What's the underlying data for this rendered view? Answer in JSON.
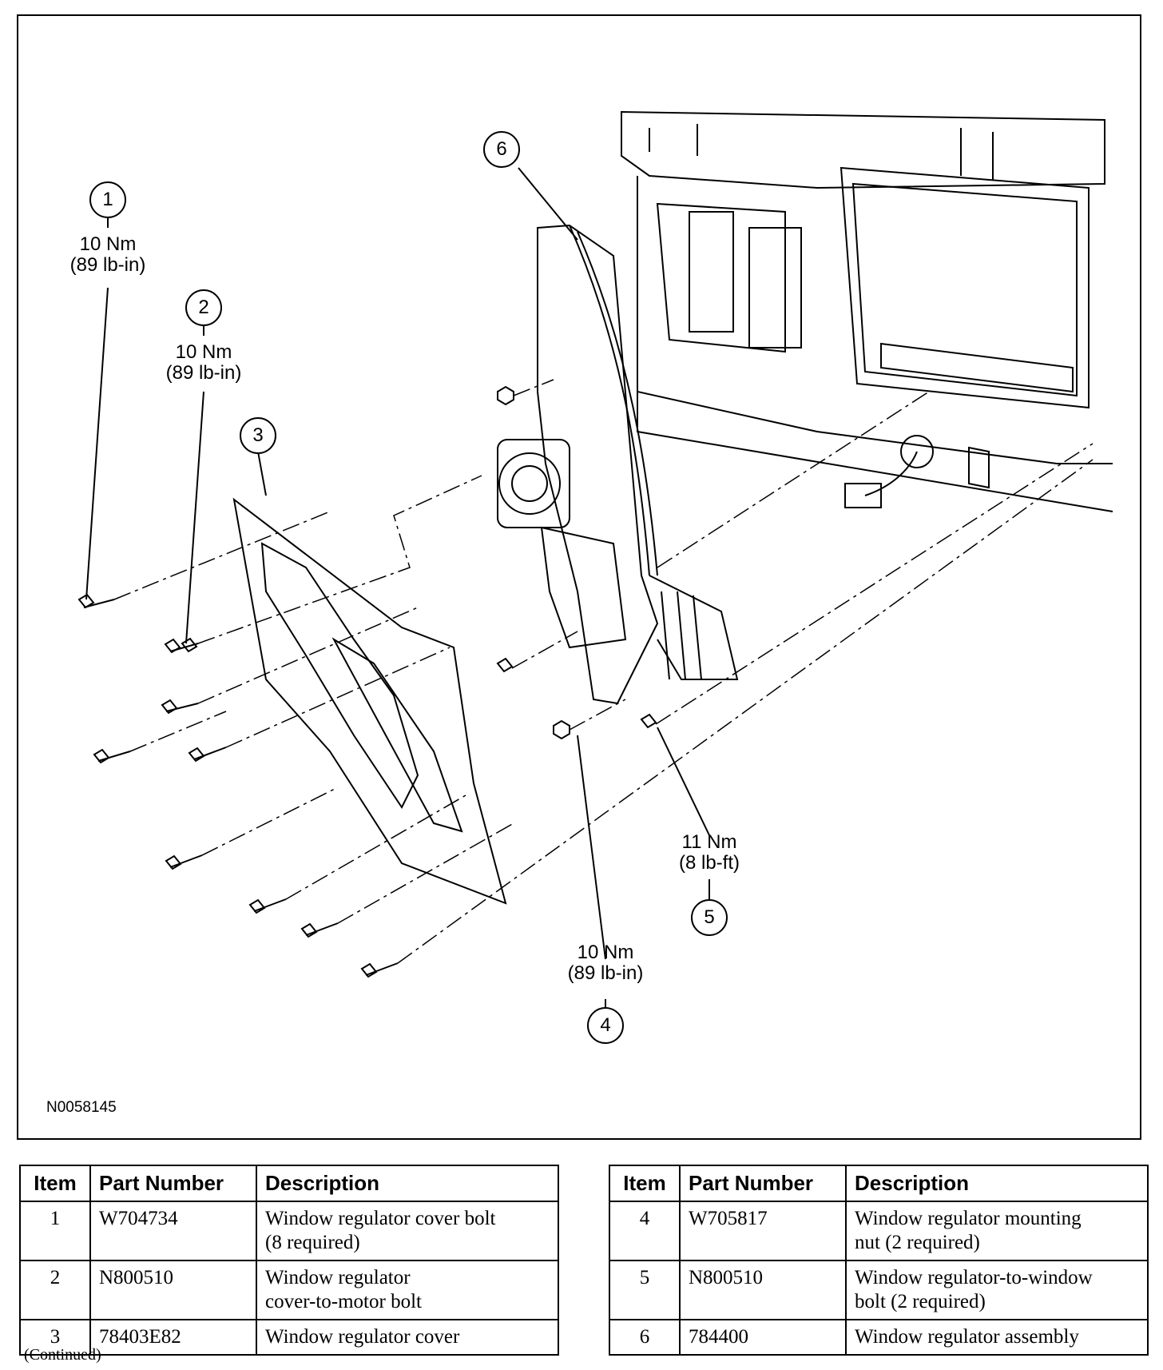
{
  "figure": {
    "id": "N0058145",
    "callouts": [
      {
        "number": "1",
        "torque_nm": "10 Nm",
        "torque_imperial": "(89 lb-in)"
      },
      {
        "number": "2",
        "torque_nm": "10 Nm",
        "torque_imperial": "(89 lb-in)"
      },
      {
        "number": "3"
      },
      {
        "number": "4",
        "torque_nm": "10 Nm",
        "torque_imperial": "(89 lb-in)"
      },
      {
        "number": "5",
        "torque_nm": "11 Nm",
        "torque_imperial": "(8 lb-ft)"
      },
      {
        "number": "6"
      }
    ]
  },
  "tables": {
    "headers": {
      "item": "Item",
      "part_number": "Part Number",
      "description": "Description"
    },
    "left": [
      {
        "item": "1",
        "part_number": "W704734",
        "description_lines": [
          "Window regulator cover bolt",
          "(8 required)"
        ]
      },
      {
        "item": "2",
        "part_number": "N800510",
        "description_lines": [
          "Window regulator",
          "cover-to-motor bolt"
        ]
      },
      {
        "item": "3",
        "part_number": "78403E82",
        "description_lines": [
          "Window regulator cover",
          ""
        ]
      }
    ],
    "right": [
      {
        "item": "4",
        "part_number": "W705817",
        "description_lines": [
          "Window regulator mounting",
          "nut (2 required)"
        ]
      },
      {
        "item": "5",
        "part_number": "N800510",
        "description_lines": [
          "Window regulator-to-window",
          "bolt (2 required)"
        ]
      },
      {
        "item": "6",
        "part_number": "784400",
        "description_lines": [
          "Window regulator assembly",
          ""
        ]
      }
    ]
  },
  "footer": {
    "continued": "(Continued)"
  }
}
